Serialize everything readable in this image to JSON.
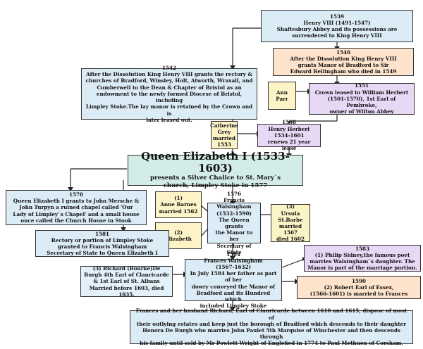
{
  "boxes": {
    "henry_viii": "1539\nHenry VIII  (1491-1547)\nShaftesbury Abbey and its possessions are\nsurrendered to King Henry VIII",
    "bellingham": "1546\nAfter the Dissolution  King Henry VIII\ngrants Manor of Bradford to Sir\nEdward Bellingham who died in 1549",
    "ann_parr": "Ann\nParr",
    "william_herbert": "1551\nCrown leased to  William Herbert\n(1501-1570), 1st Earl of Pembroke,\nowner of Wilton Abbey",
    "rectory_grant": "1542\nAfter the Dissolution  King Henry VIII grants the rectory &\nchurches of Bradford, Winsley, Holt, Atworth, Wraxall, and\nCumberwell to the Dean & Chapter of Bristol as an\nendowment to the newly formed Diocese of  Bristol, including\nLimpley Stoke.The lay manor is retained by the Crown and is\nlater leased out.",
    "catherine_grey": "Catherine\nGrey\nmarried\n1553",
    "henry_herbert": "1568\nHenry Herbert\n1534-1601\nrenews 21 year lease",
    "queen_title": "Queen Elizabeth I (1533-1603)",
    "queen_sub": "presents a Silver Chalice to St. Mary`s\nchurch, Limpley Stoke in 1577",
    "mersche": "1578\nQueen Elizabeth I grants to John Mersche &\nJohn Turpyn a ruined  chapel called 'Our\nLady of Limpley`s Chapel' and a small house\nonce called the Church House in Stook",
    "anne_barnes": "(1)\nAnne Barnes\nmarried 1562",
    "walsingham": "1576\nFrancis Walsingham\n(1532-1590)\nThe Queen grants\nthe Manor to her\nSecretary of State",
    "ursula": "(3)\nUrsula\nSt.Barbe\nmarried 1567\ndied 1602",
    "elizabeth": "(2)\nElizabeth",
    "rectory_1581": "1581\nRectory or portion of Limpley Stoke\ngranted to Francis Walsingham\nSecretary of State to Queen Elizabeth I",
    "sidney": "1583\n(1)  Philip  Sidney,the famous poet\nmarries Walsingham`s  daughter. The\nManor is part of the marriage portion.",
    "de_burgh": "(3)  Richard (Bourke)De\nBurgh 4th Earl of Clanricarde\n& 1st  Earl of St. Albans\nMarried before 1603, died 1635.",
    "frances": "1584\nFrances  Walsingham\n(1567-1632)\nIn July 1584 her father as part of her\ndowry conveyed  the Manor of\nBradford and its Hundred which\nincluded Limpley Stoke",
    "essex": "1590\n(2)  Robert Earl of Essex,\n(1566-1601) is married to Frances",
    "clanricarde": "Frances and her husband Richard, Earl of Clanricarde between 1610 and 1615, dispose of most  of\ntheir outlying estates and keep just the borough of Bradford which descends to their daughter\nHonora De Burgh who marries John Paulet 5th Marquise of Winchester and then descends through\nhis family until sold by Mr Powlett Wright of Englefied in 1774 to Paul Methuen of Corsham."
  }
}
